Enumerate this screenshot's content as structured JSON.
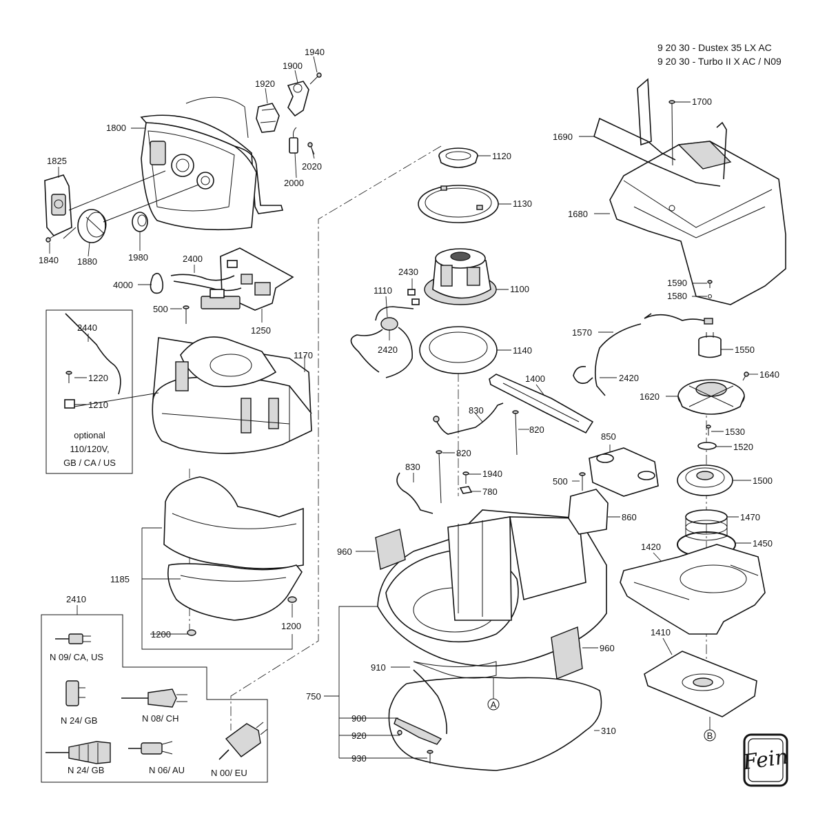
{
  "header": {
    "line1": "9 20 30 - Dustex 35 LX AC",
    "line2": "9 20 30 - Turbo II X AC / N09"
  },
  "callouts": {
    "p1940a": "1940",
    "p1900": "1900",
    "p1920": "1920",
    "p1800": "1800",
    "p2020": "2020",
    "p2000": "2000",
    "p1825": "1825",
    "p1840": "1840",
    "p1880": "1880",
    "p1980": "1980",
    "p2400": "2400",
    "p4000": "4000",
    "p500a": "500",
    "p1250": "1250",
    "p1170": "1170",
    "p2440": "2440",
    "p1220": "1220",
    "p1210": "1210",
    "p1185": "1185",
    "p1200a": "1200",
    "p1200b": "1200",
    "p2410": "2410",
    "p1120": "1120",
    "p1130": "1130",
    "p2430": "2430",
    "p1110": "1110",
    "p1100": "1100",
    "p2420a": "2420",
    "p1140": "1140",
    "p1400": "1400",
    "p830a": "830",
    "p820a": "820",
    "p820b": "820",
    "p830b": "830",
    "p1940b": "1940",
    "p780": "780",
    "p960a": "960",
    "p960b": "960",
    "p750": "750",
    "p910": "910",
    "p900": "900",
    "p920": "920",
    "p930": "930",
    "p310": "310",
    "p850": "850",
    "p500b": "500",
    "p860": "860",
    "p1700": "1700",
    "p1690": "1690",
    "p1680": "1680",
    "p1590": "1590",
    "p1580": "1580",
    "p1570": "1570",
    "p1550": "1550",
    "p2420b": "2420",
    "p1640": "1640",
    "p1620": "1620",
    "p1530": "1530",
    "p1520": "1520",
    "p1500": "1500",
    "p1470": "1470",
    "p1450": "1450",
    "p1420": "1420",
    "p1410": "1410"
  },
  "markers": {
    "a": "A",
    "b": "B"
  },
  "optional_note": {
    "l1": "optional",
    "l2": "110/120V,",
    "l3": "GB / CA / US"
  },
  "plugs": {
    "n09": "N 09/ CA, US",
    "n24a": "N 24/ GB",
    "n08": "N 08/ CH",
    "n24b": "N 24/ GB",
    "n06": "N 06/ AU",
    "n00": "N 00/ EU"
  },
  "logo": {
    "text": "Fein"
  }
}
